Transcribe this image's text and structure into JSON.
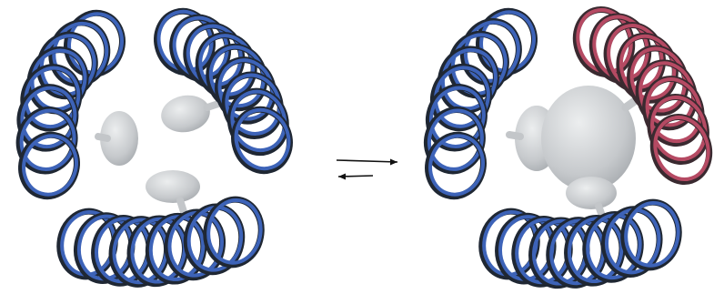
{
  "colors": {
    "background": "#ffffff",
    "helix_blue": "#3d63b8",
    "helix_dark": "#1f2733",
    "helix_red": "#b54a63",
    "helix_red_dark": "#3a2a30",
    "domain_gray": "#c9cccf",
    "domain_gray_light": "#e4e6e8",
    "arrow": "#111111"
  },
  "states": [
    {
      "name": "left-state",
      "helix_bundles": [
        {
          "name": "left-state-helix-upper-left",
          "color": "blue"
        },
        {
          "name": "left-state-helix-upper-right",
          "color": "blue"
        },
        {
          "name": "left-state-helix-bottom",
          "color": "blue"
        }
      ],
      "domains": [
        "left-state-domain-left",
        "left-state-domain-right",
        "left-state-domain-bottom"
      ]
    },
    {
      "name": "right-state",
      "helix_bundles": [
        {
          "name": "right-state-helix-upper-left",
          "color": "blue"
        },
        {
          "name": "right-state-helix-upper-right",
          "color": "red"
        },
        {
          "name": "right-state-helix-bottom",
          "color": "blue"
        }
      ],
      "domains": [
        "right-state-domain-left",
        "right-state-domain-center",
        "right-state-domain-bottom"
      ]
    }
  ],
  "equilibrium": {
    "forward_arrow": "right-arrow",
    "reverse_arrow": "left-arrow-short"
  }
}
